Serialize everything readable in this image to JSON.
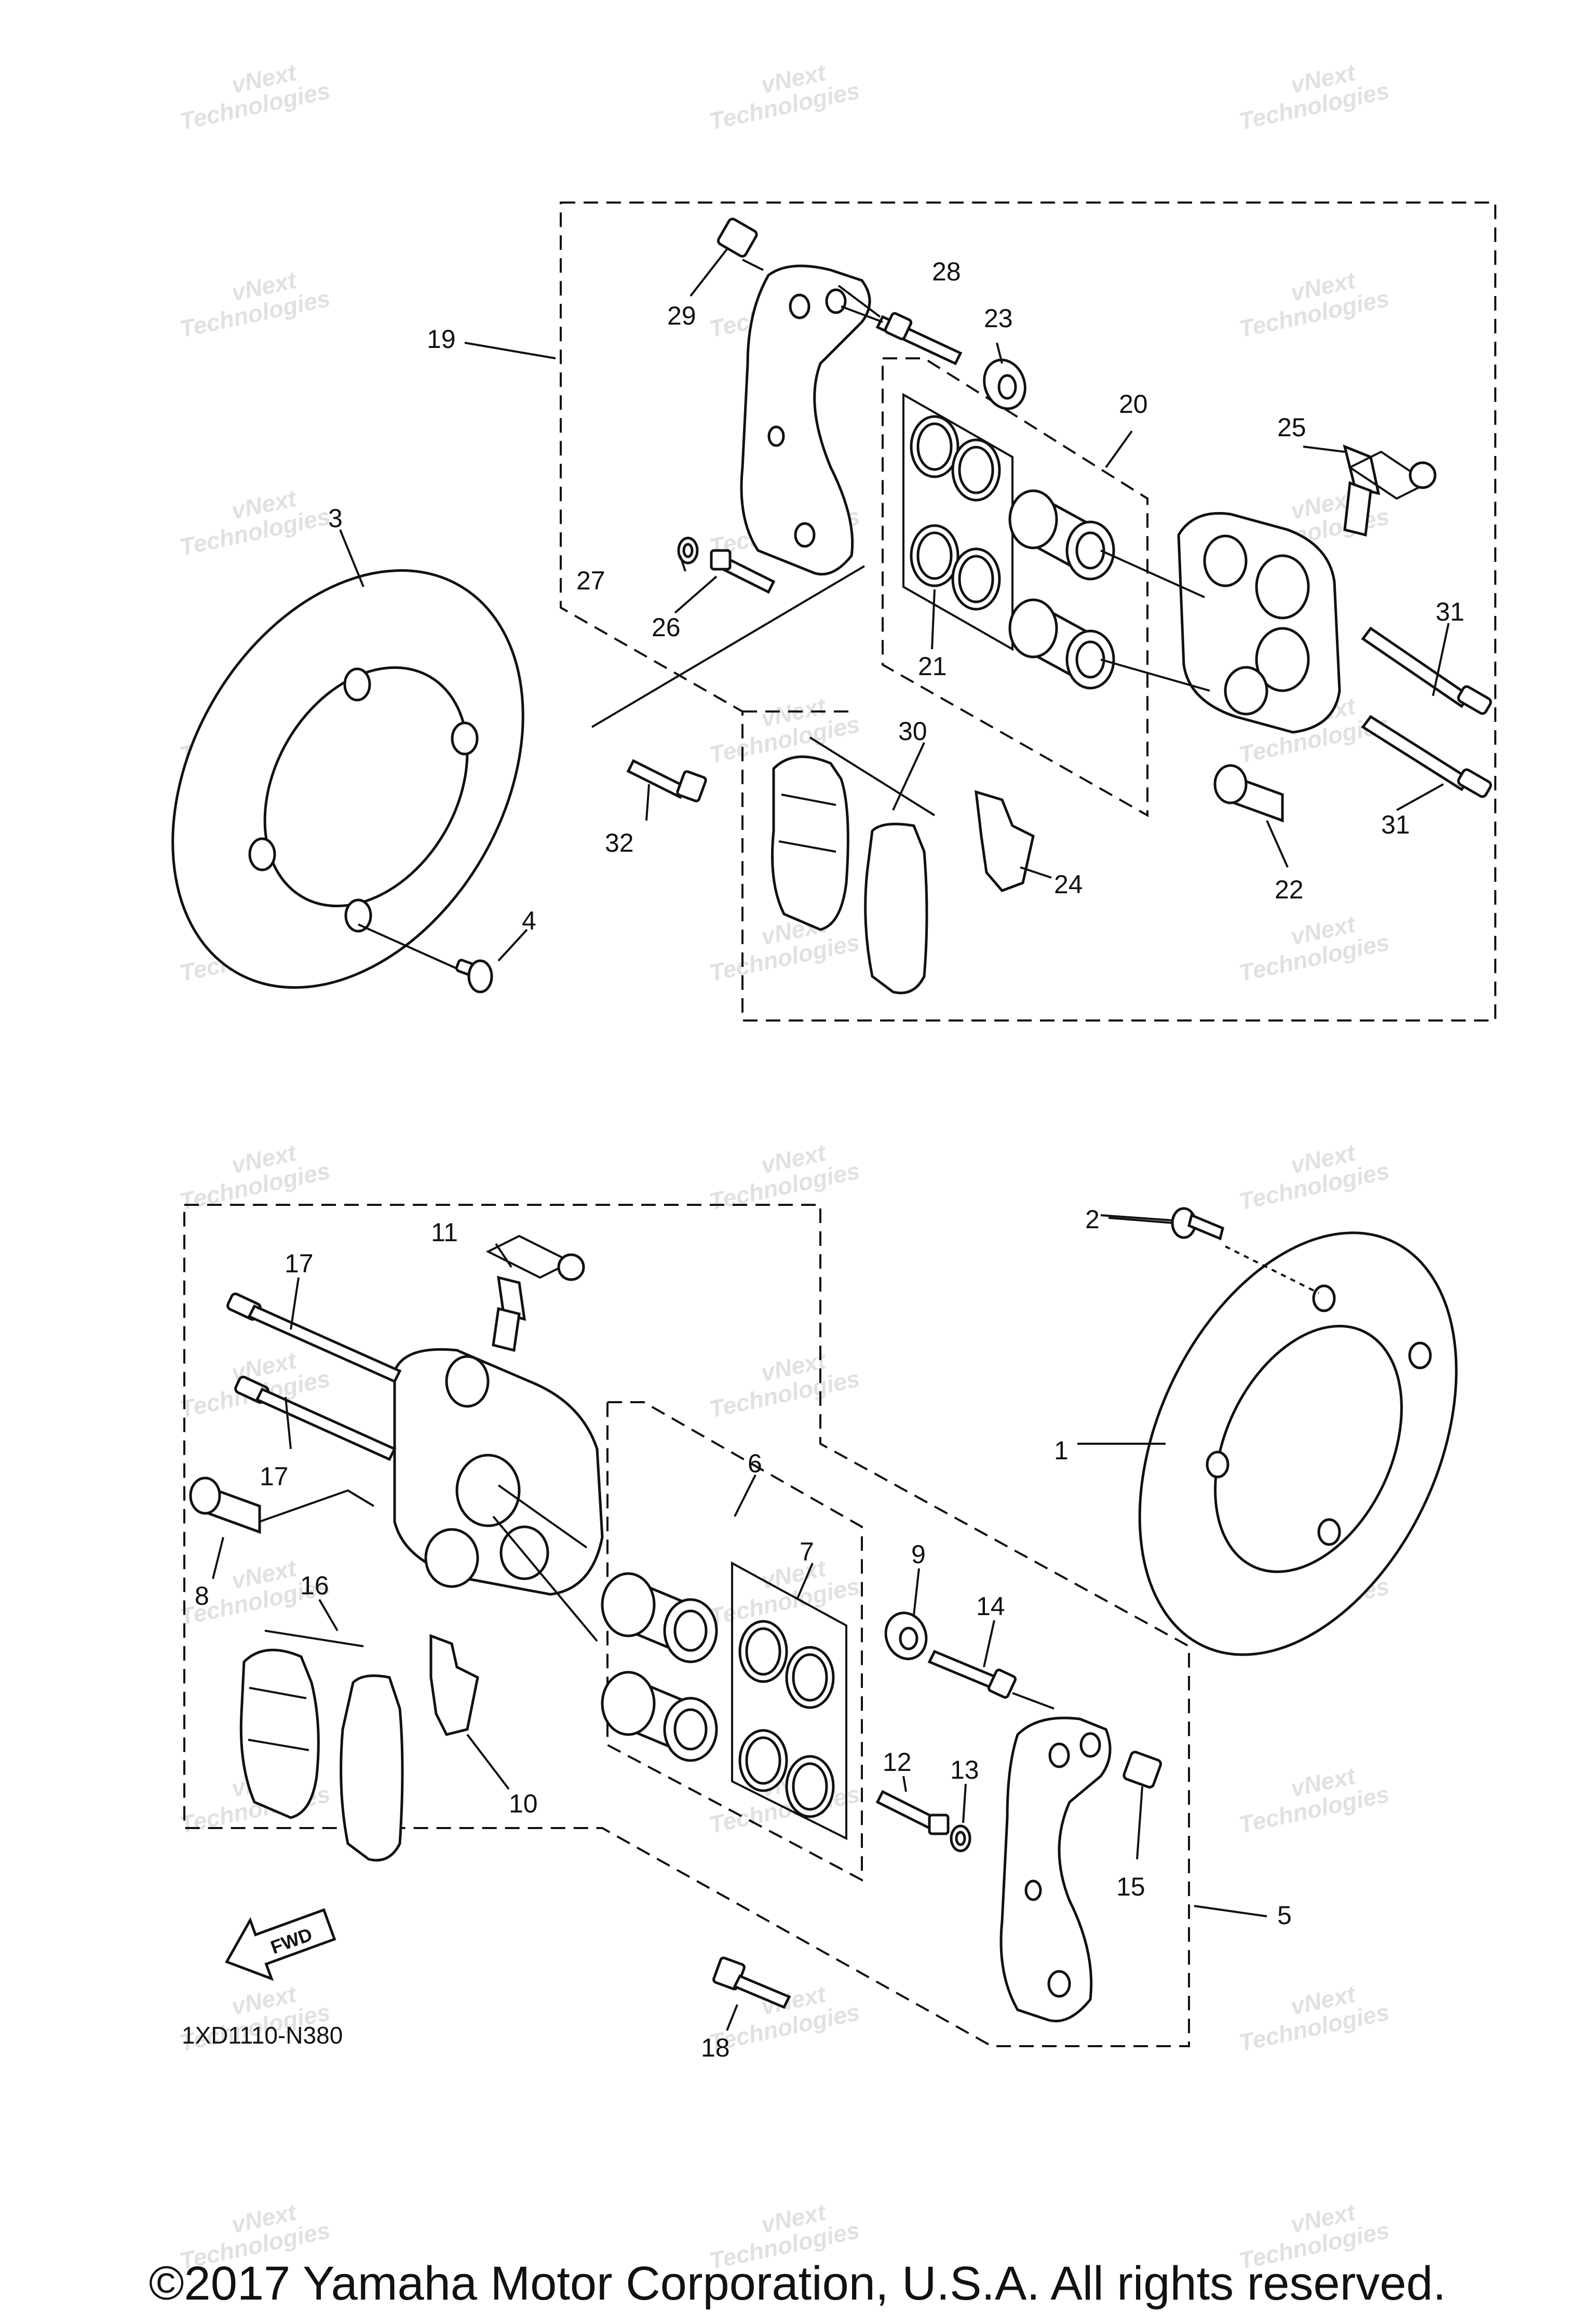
{
  "diagram_code": "1XD1110-N380",
  "fwd_label": "FWD",
  "copyright": "©2017 Yamaha Motor Corporation, U.S.A. All rights reserved.",
  "watermark": [
    "vNext",
    "Technologies"
  ],
  "callouts": {
    "c1": "1",
    "c2": "2",
    "c3": "3",
    "c4": "4",
    "c5": "5",
    "c6": "6",
    "c7": "7",
    "c8": "8",
    "c9": "9",
    "c10": "10",
    "c11": "11",
    "c12": "12",
    "c13": "13",
    "c14": "14",
    "c15": "15",
    "c16": "16",
    "c17a": "17",
    "c17b": "17",
    "c18": "18",
    "c19": "19",
    "c20": "20",
    "c21": "21",
    "c22": "22",
    "c23": "23",
    "c24": "24",
    "c25": "25",
    "c26": "26",
    "c27": "27",
    "c28": "28",
    "c29": "29",
    "c30": "30",
    "c31a": "31",
    "c31b": "31",
    "c32": "32"
  }
}
